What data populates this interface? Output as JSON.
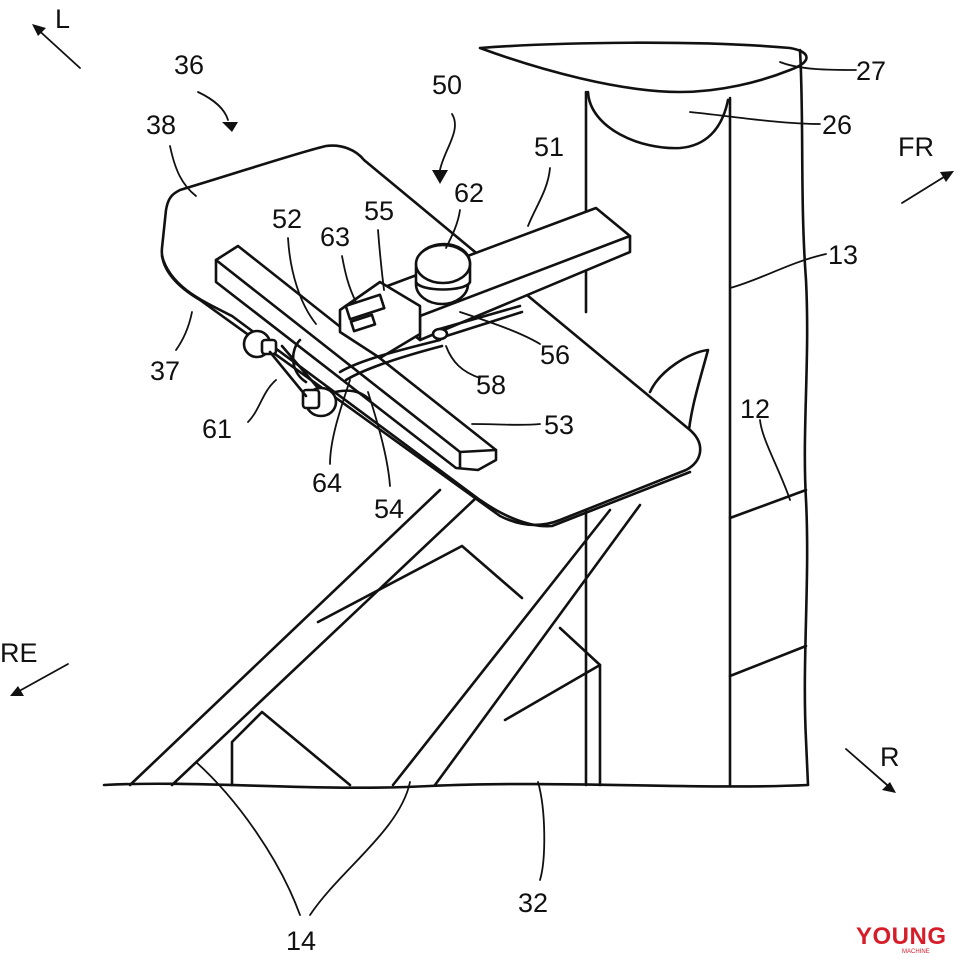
{
  "figure": {
    "reference_numerals": [
      "36",
      "38",
      "50",
      "51",
      "62",
      "52",
      "55",
      "63",
      "37",
      "56",
      "58",
      "61",
      "53",
      "64",
      "54",
      "27",
      "26",
      "13",
      "12",
      "32",
      "14"
    ],
    "direction_labels": {
      "left": "L",
      "front": "FR",
      "rear": "RE",
      "right": "R"
    }
  },
  "labels": {
    "n36": "36",
    "n38": "38",
    "n50": "50",
    "n51": "51",
    "n62": "62",
    "n52": "52",
    "n55": "55",
    "n63": "63",
    "n37": "37",
    "n56": "56",
    "n58": "58",
    "n61": "61",
    "n53": "53",
    "n64": "64",
    "n54": "54",
    "n27": "27",
    "n26": "26",
    "n13": "13",
    "n12": "12",
    "n32": "32",
    "n14": "14"
  },
  "watermark": {
    "brand": "YOUNG",
    "sub": "MACHINE",
    "color": "#d61e2b"
  }
}
